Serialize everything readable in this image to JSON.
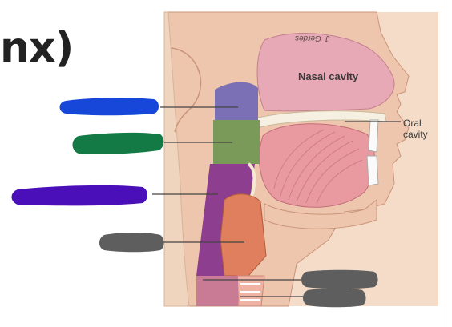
{
  "heading": "nx)",
  "diagram": {
    "labels": {
      "nasal_cavity": "Nasal cavity",
      "oral_cavity_line1": "Oral",
      "oral_cavity_line2": "cavity",
      "credit": "J. Gerdes"
    },
    "regions": [
      {
        "name": "nasopharynx-region",
        "color": "#7b6fb5"
      },
      {
        "name": "oropharynx-region",
        "color": "#7a9a5a"
      },
      {
        "name": "laryngopharynx-region",
        "color": "#8e3e8e"
      },
      {
        "name": "larynx-region",
        "color": "#e07f5e"
      }
    ],
    "blank_markers": [
      {
        "name": "blue-marker",
        "color": "#1747d8"
      },
      {
        "name": "green-marker",
        "color": "#137a45"
      },
      {
        "name": "purple-marker",
        "color": "#4a0fb8"
      },
      {
        "name": "gray-marker-left",
        "color": "#5e5e5e"
      },
      {
        "name": "gray-marker-right-top",
        "color": "#5e5e5e"
      },
      {
        "name": "gray-marker-right-bottom",
        "color": "#5e5e5e"
      }
    ]
  }
}
